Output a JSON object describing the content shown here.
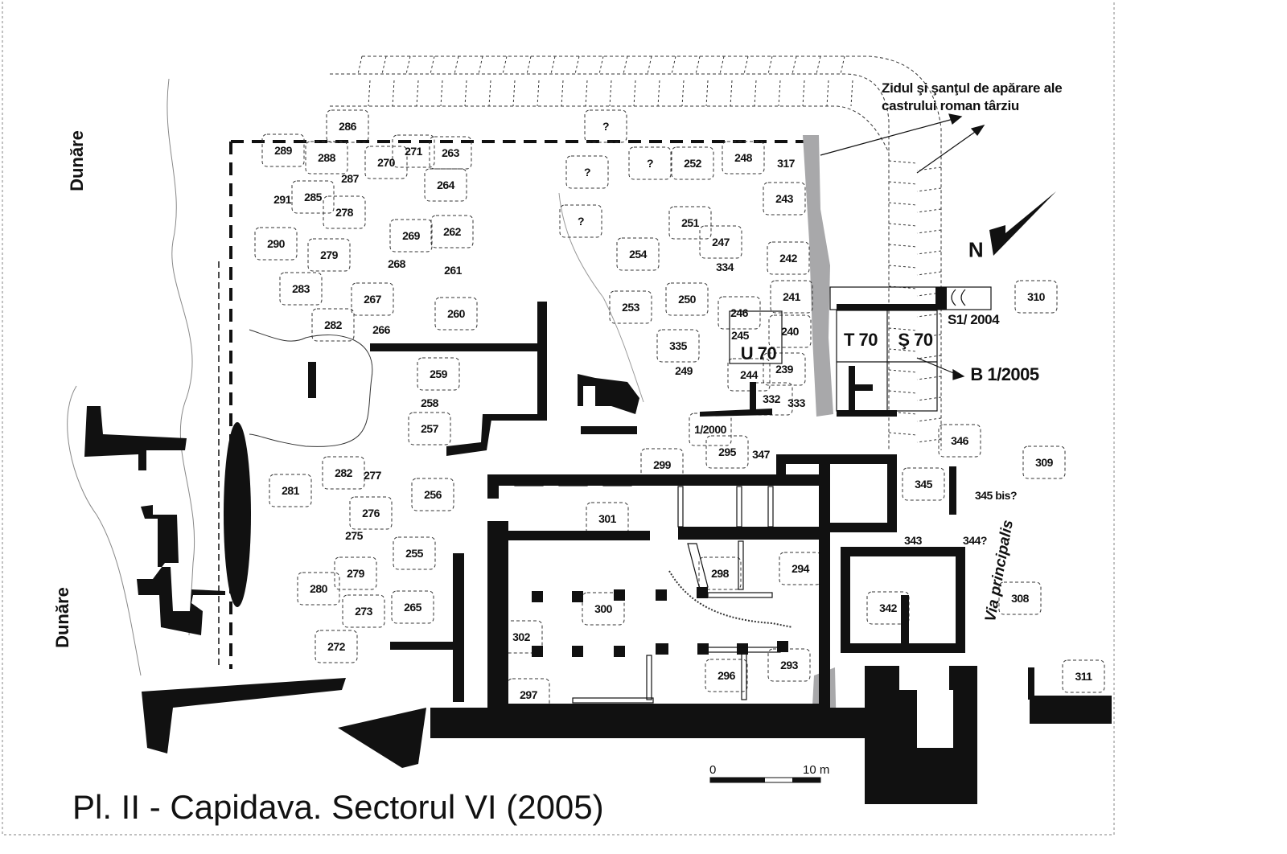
{
  "title": "Pl. II - Capidava. Sectorul VI (2005)",
  "annotation": {
    "line1": "Zidul şi şanţul de apărare ale",
    "line2": "castrului roman târziu"
  },
  "river_labels": [
    "Dunăre",
    "Dunăre"
  ],
  "street_label": "Via principalis",
  "north_label": "N",
  "scale": {
    "start": "0",
    "end": "10 m"
  },
  "sector_labels": [
    "T 70",
    "Ş 70",
    "U 70",
    "S1/ 2004",
    "B 1/2005"
  ],
  "feature_labels": [
    "286",
    "289",
    "288",
    "270",
    "271",
    "263",
    "287",
    "264",
    "291",
    "285",
    "278",
    "269",
    "262",
    "290",
    "279",
    "268",
    "261",
    "283",
    "267",
    "260",
    "282",
    "266",
    "259",
    "258",
    "257",
    "256",
    "281",
    "282",
    "277",
    "276",
    "275",
    "255",
    "279",
    "280",
    "273",
    "265",
    "272",
    "302",
    "297",
    "301",
    "300",
    "299",
    "298",
    "294",
    "293",
    "296",
    "295",
    "347",
    "1/2000",
    "346",
    "345",
    "345 bis?",
    "343",
    "344?",
    "342",
    "309",
    "308",
    "311",
    "310",
    "?",
    "?",
    "?",
    "252",
    "248",
    "317",
    "243",
    "?",
    "251",
    "247",
    "254",
    "334",
    "242",
    "253",
    "250",
    "241",
    "246",
    "245",
    "240",
    "335",
    "249",
    "239",
    "244",
    "332",
    "333"
  ],
  "colors": {
    "ink": "#111111",
    "gray_wall": "#a8a8aa",
    "frame": "#9a9a9a"
  }
}
